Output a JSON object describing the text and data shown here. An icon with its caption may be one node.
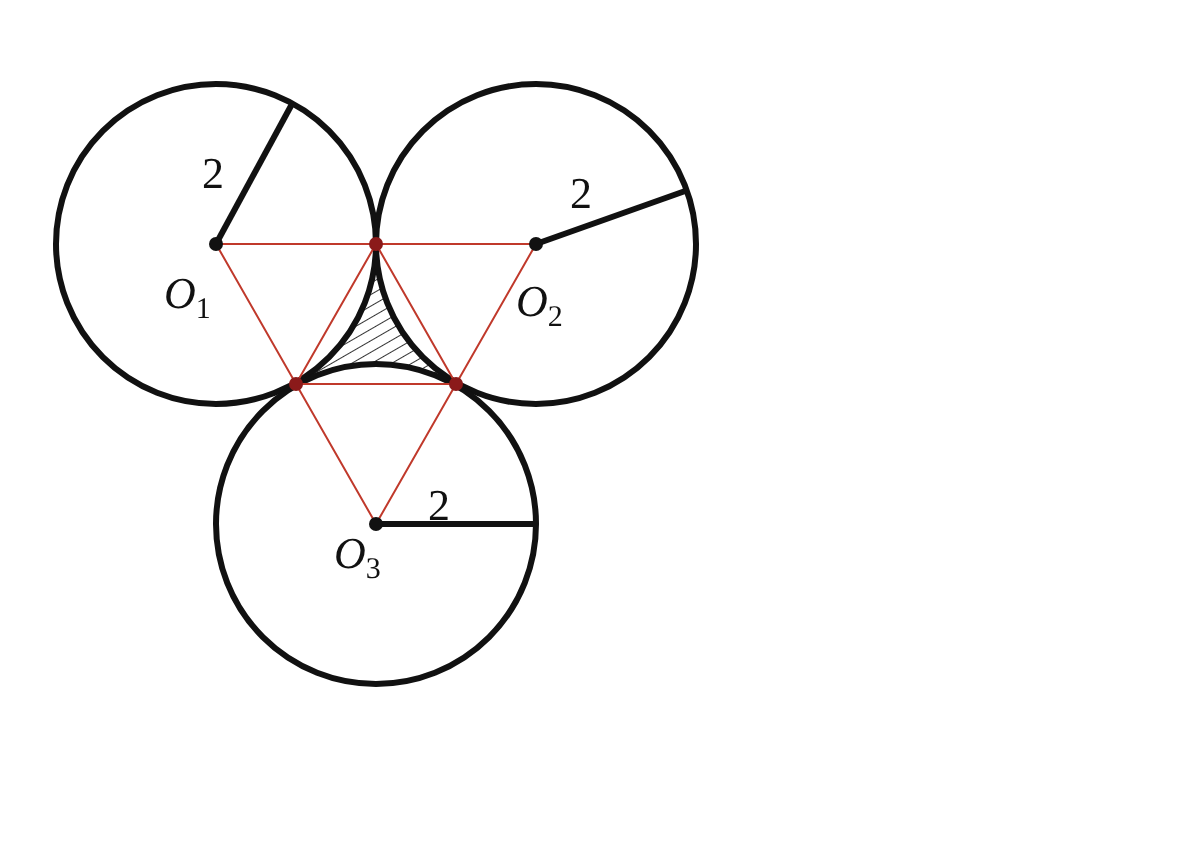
{
  "diagram": {
    "labels": [
      "2",
      "2",
      "*O*$_{1}$",
      "*O*$_{2}$",
      "2",
      "*O*$_{3}$"
    ]
  }
}
